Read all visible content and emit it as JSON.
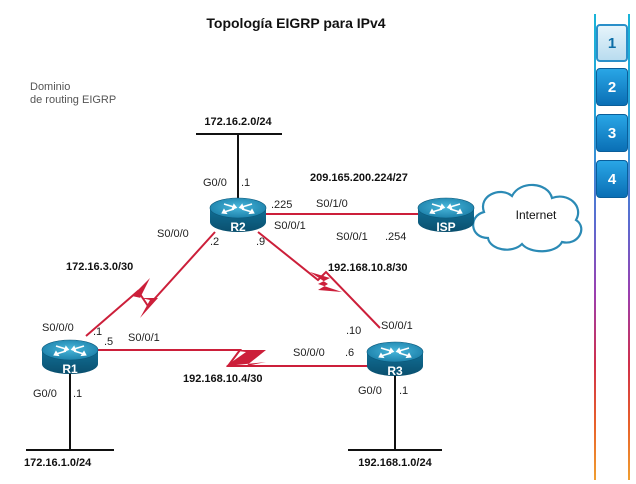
{
  "title": "Topología EIGRP para IPv4",
  "domain_label": [
    "Dominio",
    "de routing EIGRP"
  ],
  "routers": {
    "r1": "R1",
    "r2": "R2",
    "r3": "R3",
    "isp": "ISP"
  },
  "cloud": "Internet",
  "networks": {
    "lan_r2": "172.16.2.0/24",
    "lan_r1": "172.16.1.0/24",
    "lan_r3": "192.168.1.0/24",
    "isp_link": "209.165.200.224/27",
    "r1_r2": "172.16.3.0/30",
    "r2_r3": "192.168.10.8/30",
    "r1_r3": "192.168.10.4/30"
  },
  "interfaces": {
    "r2_g00": "G0/0",
    "r2_g00_ip": ".1",
    "r2_s010": "S0/1/0",
    "r2_s010_ip": ".225",
    "r2_s000": "S0/0/0",
    "r2_s000_ip": ".2",
    "r2_s001": "S0/0/1",
    "r2_s001_ip": ".9",
    "isp_s001": "S0/0/1",
    "isp_s001_ip": ".254",
    "r1_s000": "S0/0/0",
    "r1_s000_ip": ".1",
    "r1_s001": "S0/0/1",
    "r1_s001_ip": ".5",
    "r1_g00": "G0/0",
    "r1_g00_ip": ".1",
    "r3_s001": "S0/0/1",
    "r3_s001_ip": ".10",
    "r3_s000": "S0/0/0",
    "r3_s000_ip": ".6",
    "r3_g00": "G0/0",
    "r3_g00_ip": ".1"
  },
  "nav": {
    "items": [
      "1",
      "2",
      "3",
      "4"
    ],
    "active": "1"
  },
  "colors": {
    "serial_link": "#cc1f3a",
    "ethernet": "#111111",
    "router_body": "#0f6d93",
    "router_top": "#2a9fc6"
  }
}
